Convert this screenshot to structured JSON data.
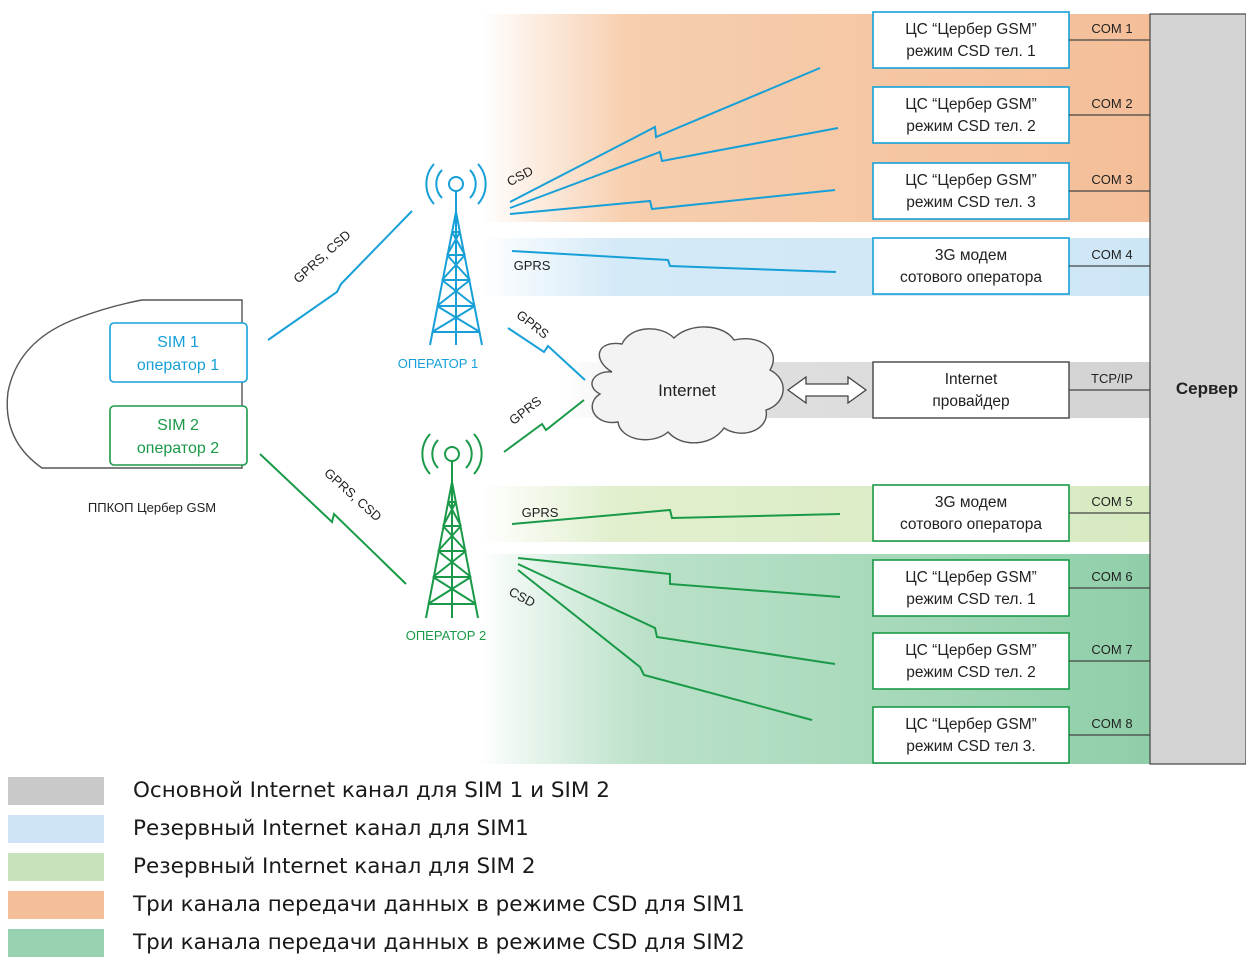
{
  "colors": {
    "blue": "#17a0d8",
    "green": "#1a9a48",
    "csd1_band": "#f6c9a5",
    "gprs1_band": "#cde6f6",
    "internet_band": "#d2d2d2",
    "gprs2_band": "#dcecc5",
    "csd2_band": "#9ed4b2",
    "server_fill": "#d4d4d4"
  },
  "device": {
    "label": "ППКОП Цербер GSM",
    "sim1": {
      "line1": "SIM 1",
      "line2": "оператор 1"
    },
    "sim2": {
      "line1": "SIM 2",
      "line2": "оператор 2"
    }
  },
  "links": {
    "upper": "GPRS, CSD",
    "lower": "GPRS, CSD"
  },
  "towers": {
    "op1": "ОПЕРАТОР 1",
    "op2": "ОПЕРАТОР 2"
  },
  "channel_labels": {
    "csd_op1": "CSD",
    "gprs_op1": "GPRS",
    "gprs_op1_internet": "GPRS",
    "gprs_op2_internet": "GPRS",
    "gprs_op2": "GPRS",
    "csd_op2": "CSD"
  },
  "internet": {
    "label": "Internet"
  },
  "receivers": [
    {
      "line1": "ЦС “Цербер GSM”",
      "line2": "режим CSD тел. 1",
      "port": "COM 1"
    },
    {
      "line1": "ЦС “Цербер GSM”",
      "line2": "режим CSD тел. 2",
      "port": "COM 2"
    },
    {
      "line1": "ЦС “Цербер GSM”",
      "line2": "режим CSD тел. 3",
      "port": "COM 3"
    },
    {
      "line1": "3G модем",
      "line2": "сотового оператора",
      "port": "COM 4"
    },
    {
      "line1": "Internet",
      "line2": "провайдер",
      "port": "TCP/IP"
    },
    {
      "line1": "3G модем",
      "line2": "сотового оператора",
      "port": "COM 5"
    },
    {
      "line1": "ЦС “Цербер GSM”",
      "line2": "режим CSD тел. 1",
      "port": "COM 6"
    },
    {
      "line1": "ЦС “Цербер GSM”",
      "line2": "режим CSD тел. 2",
      "port": "COM 7"
    },
    {
      "line1": "ЦС “Цербер GSM”",
      "line2": "режим CSD тел 3.",
      "port": "COM 8"
    }
  ],
  "server": {
    "label": "Сервер"
  },
  "legend": [
    {
      "label": "Основной Internet канал для SIM 1 и SIM 2",
      "color": "#c9c9c9"
    },
    {
      "label": "Резервный Internet канал для SIM1",
      "color": "#cfe5f7"
    },
    {
      "label": "Резервный Internet канал для SIM 2",
      "color": "#c8e2bc"
    },
    {
      "label": "Три канала передачи данных в режиме CSD для SIM1",
      "color": "#f4be98"
    },
    {
      "label": "Три канала передачи данных в режиме CSD для SIM2",
      "color": "#99d2b0"
    }
  ]
}
